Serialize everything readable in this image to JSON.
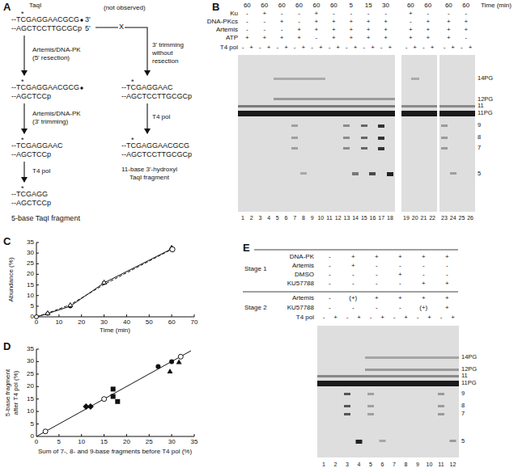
{
  "diagram": {
    "labels": [
      "A",
      "TaqI",
      "*",
      "--TCGAGGAACGCG",
      "3'",
      "--AGCTCCTTGCGCp",
      "5'",
      "(not observed)",
      "X",
      "Artemis/DNA-PK",
      "(5' resection)",
      "*",
      "--TCGAGGAACGCG",
      "--AGCTCCp",
      "Artemis/DNA-PK",
      "(3' trimming)",
      "*",
      "--TCGAGGAAC",
      "--AGCTCCp",
      "T4 pol",
      "*",
      "--TCGAGG",
      "--AGCTCCp",
      "5-base TaqI fragment",
      "3' trimming",
      "without",
      "resection",
      "*",
      "--TCGAGGAAC",
      "--AGCTCCTTGCGCp",
      "T4 pol",
      "*",
      "--TCGAGGAACGCG",
      "--AGCTCCTTGCGCp",
      "11-base 3'-hydroxyl",
      "TaqI fragment",
      "B",
      "Time (min)",
      "Ku",
      "DNA-PKcs",
      "Artemis",
      "ATP",
      "T4 pol",
      "60",
      "60",
      "60",
      "60",
      "60",
      "60",
      "5",
      "15",
      "30",
      "60",
      "60",
      "60",
      "60",
      "-",
      "+",
      "-",
      "-",
      "+",
      "-",
      "-",
      "-",
      "-",
      "+",
      "-",
      "-",
      "-",
      "-",
      "-",
      "+",
      "-",
      "+",
      "+",
      "+",
      "+",
      "+",
      "-",
      "+",
      "+",
      "+",
      "-",
      "-",
      "-",
      "+",
      "+",
      "+",
      "+",
      "+",
      "+",
      "+",
      "+",
      "+",
      "+",
      "+",
      "+",
      "+",
      "+",
      "-",
      "+",
      "+",
      "+",
      "+",
      "+",
      "+",
      "+",
      "-",
      "-",
      "+",
      "-",
      "+",
      "-",
      "+",
      "-",
      "+",
      "-",
      "+",
      "-",
      "+",
      "-",
      "+",
      "-",
      "+",
      "-",
      "+",
      "-",
      "+",
      "-",
      "+",
      "-",
      "+",
      "-",
      "+",
      "1",
      "2",
      "3",
      "4",
      "5",
      "6",
      "7",
      "8",
      "9",
      "10",
      "11",
      "12",
      "13",
      "14",
      "15",
      "16",
      "17",
      "18",
      "19",
      "20",
      "21",
      "22",
      "23",
      "24",
      "25",
      "26",
      "14PG",
      "12PG",
      "11",
      "11PG",
      "9",
      "8",
      "7",
      "5",
      "C",
      "Abundance (%)",
      "0",
      "5",
      "10",
      "15",
      "20",
      "25",
      "30",
      "35",
      "0",
      "10",
      "20",
      "30",
      "40",
      "50",
      "60",
      "70",
      "Time (min)",
      "D",
      "5-base fragment",
      "after T4 pol (%)",
      "0",
      "5",
      "10",
      "15",
      "20",
      "25",
      "30",
      "35",
      "0",
      "5",
      "10",
      "15",
      "20",
      "25",
      "30",
      "35",
      "Sum of 7-, 8- and 9-base fragments before T4 pol (%)",
      "E",
      "Stage 1",
      "DNA-PK",
      "Artemis",
      "DMSO",
      "KU57788",
      "Stage 2",
      "Artemis",
      "KU57788",
      "T4 pol",
      "-",
      "+",
      "+",
      "+",
      "+",
      "+",
      "-",
      "+",
      "-",
      "-",
      "-",
      "-",
      "-",
      "-",
      "-",
      "+",
      "-",
      "-",
      "-",
      "-",
      "-",
      "-",
      "+",
      "+",
      "-",
      "(+)",
      "+",
      "+",
      "+",
      "+",
      "-",
      "-",
      "-",
      "-",
      "(+)",
      "+",
      "-",
      "+",
      "-",
      "+",
      "-",
      "+",
      "-",
      "+",
      "-",
      "+",
      "-",
      "+",
      "1",
      "2",
      "3",
      "4",
      "5",
      "6",
      "7",
      "8",
      "9",
      "10",
      "11",
      "12",
      "14PG",
      "12PG",
      "11",
      "11PG",
      "9",
      "8",
      "7",
      "5"
    ]
  }
}
